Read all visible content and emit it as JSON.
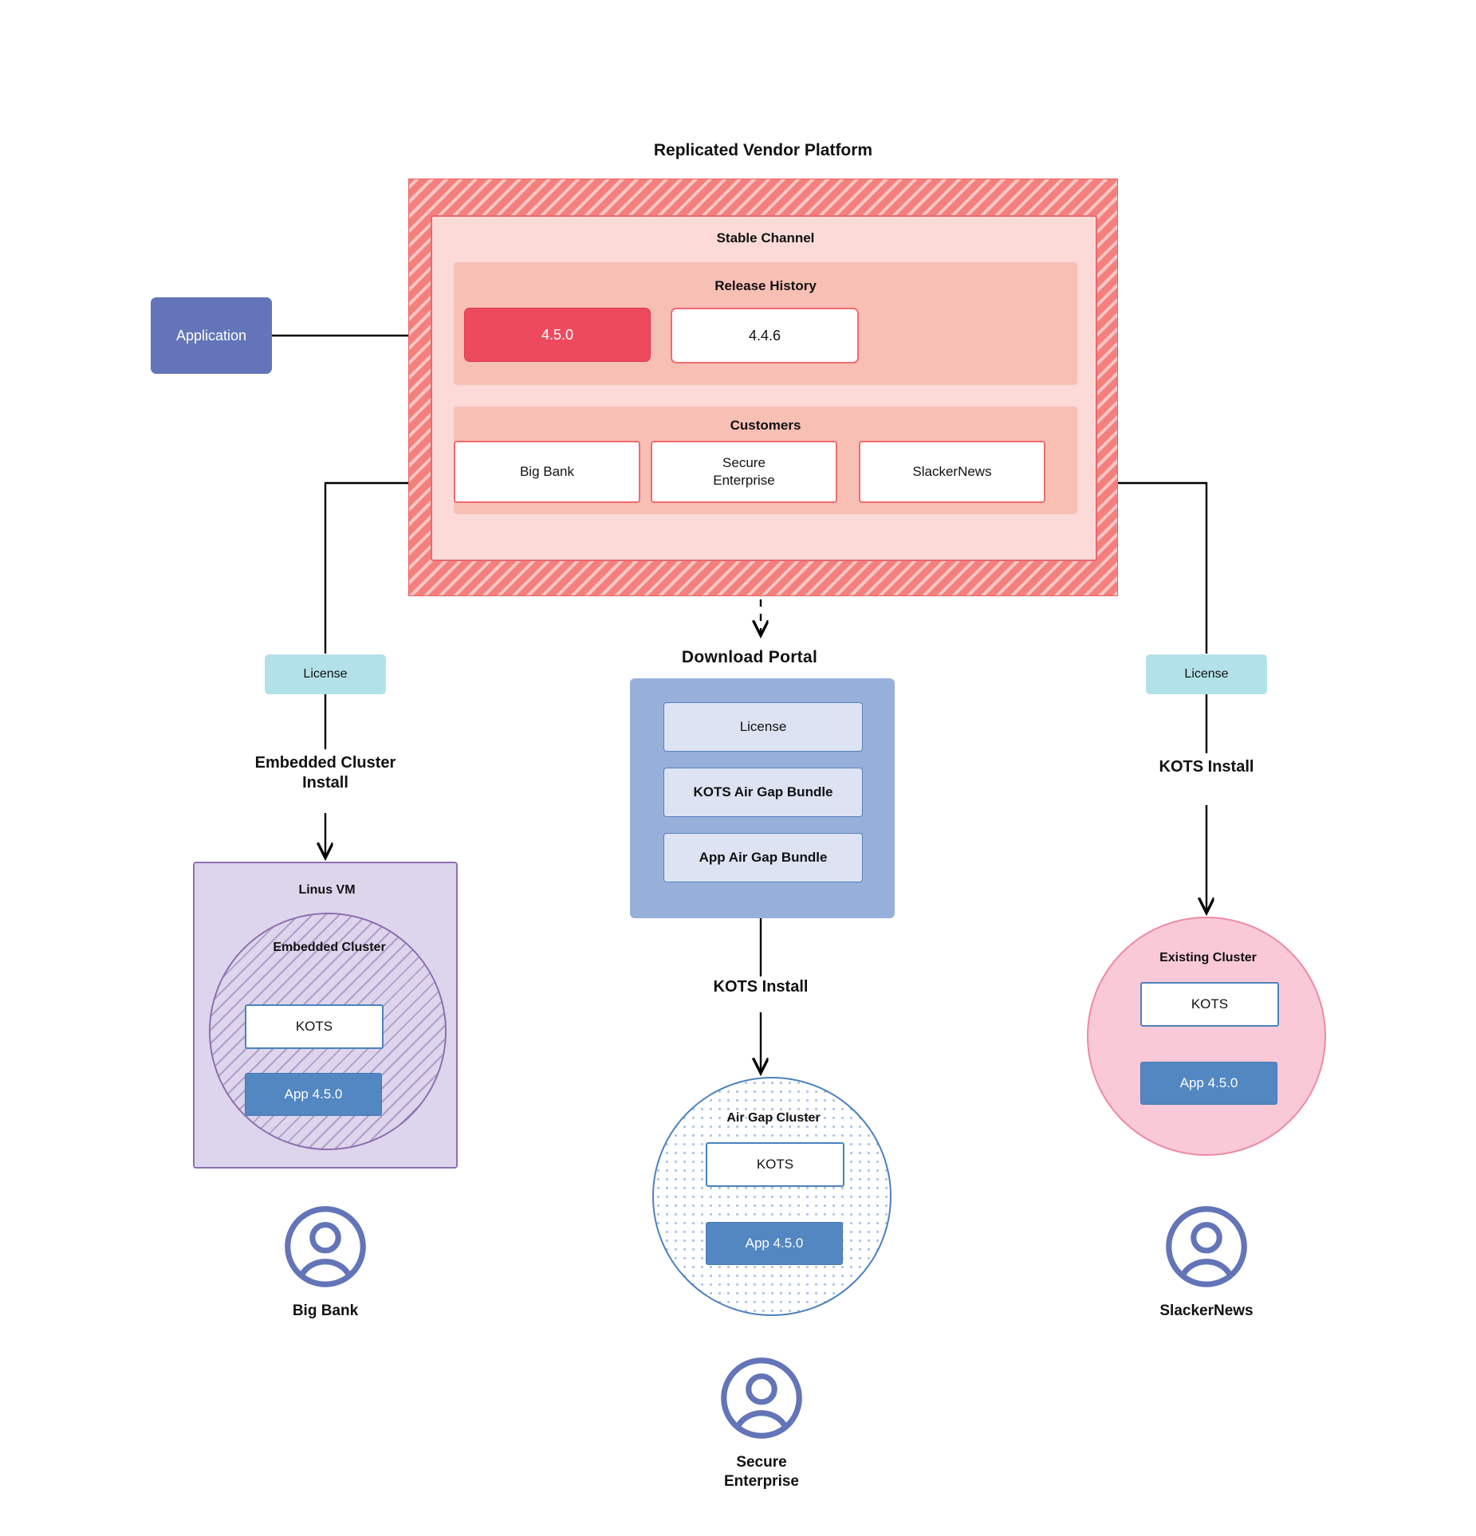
{
  "diagram": {
    "title": "Replicated Vendor Platform"
  },
  "application": {
    "label": "Application"
  },
  "vendor_platform": {
    "title": "Replicated Vendor Platform",
    "stable_channel": {
      "title": "Stable Channel",
      "release_history": {
        "title": "Release History",
        "releases": [
          {
            "version": "4.5.0",
            "state": "current"
          },
          {
            "version": "4.4.6",
            "state": "previous"
          }
        ]
      },
      "customers": {
        "title": "Customers",
        "items": [
          {
            "name": "Big Bank"
          },
          {
            "name": "Secure\nEnterprise"
          },
          {
            "name": "SlackerNews"
          }
        ]
      }
    }
  },
  "licenses": {
    "left_label": "License",
    "right_label": "License"
  },
  "download_portal": {
    "title": "Download  Portal",
    "items": [
      {
        "label": "License"
      },
      {
        "label": "KOTS Air Gap Bundle"
      },
      {
        "label": "App Air Gap Bundle"
      }
    ]
  },
  "flows": {
    "embedded_cluster_install": "Embedded Cluster\nInstall",
    "kots_install_middle": "KOTS Install",
    "kots_install_right": "KOTS Install"
  },
  "left_branch": {
    "vm_title": "Linus VM",
    "cluster_title": "Embedded Cluster",
    "kots_label": "KOTS",
    "app_label": "App 4.5.0",
    "persona": "Big Bank"
  },
  "middle_branch": {
    "cluster_title": "Air Gap Cluster",
    "kots_label": "KOTS",
    "app_label": "App 4.5.0",
    "persona": "Secure\nEnterprise"
  },
  "right_branch": {
    "cluster_title": "Existing Cluster",
    "kots_label": "KOTS",
    "app_label": "App 4.5.0",
    "persona": "SlackerNews"
  },
  "colors": {
    "vendor_hatch": "#f4807e",
    "stable_channel": "#fbdad7",
    "release_history": "#f8bfb5",
    "release_current": "#ee4a5e",
    "application": "#6375b8",
    "license_chip": "#b2e1e9",
    "portal": "#97b0da",
    "portal_item": "#dde3f3",
    "linux_vm": "#ddd5ec",
    "existing_cluster": "#fac9d7",
    "app_box": "#5287c2",
    "person": "#6375b8"
  },
  "icons": {
    "person": "person-icon"
  }
}
